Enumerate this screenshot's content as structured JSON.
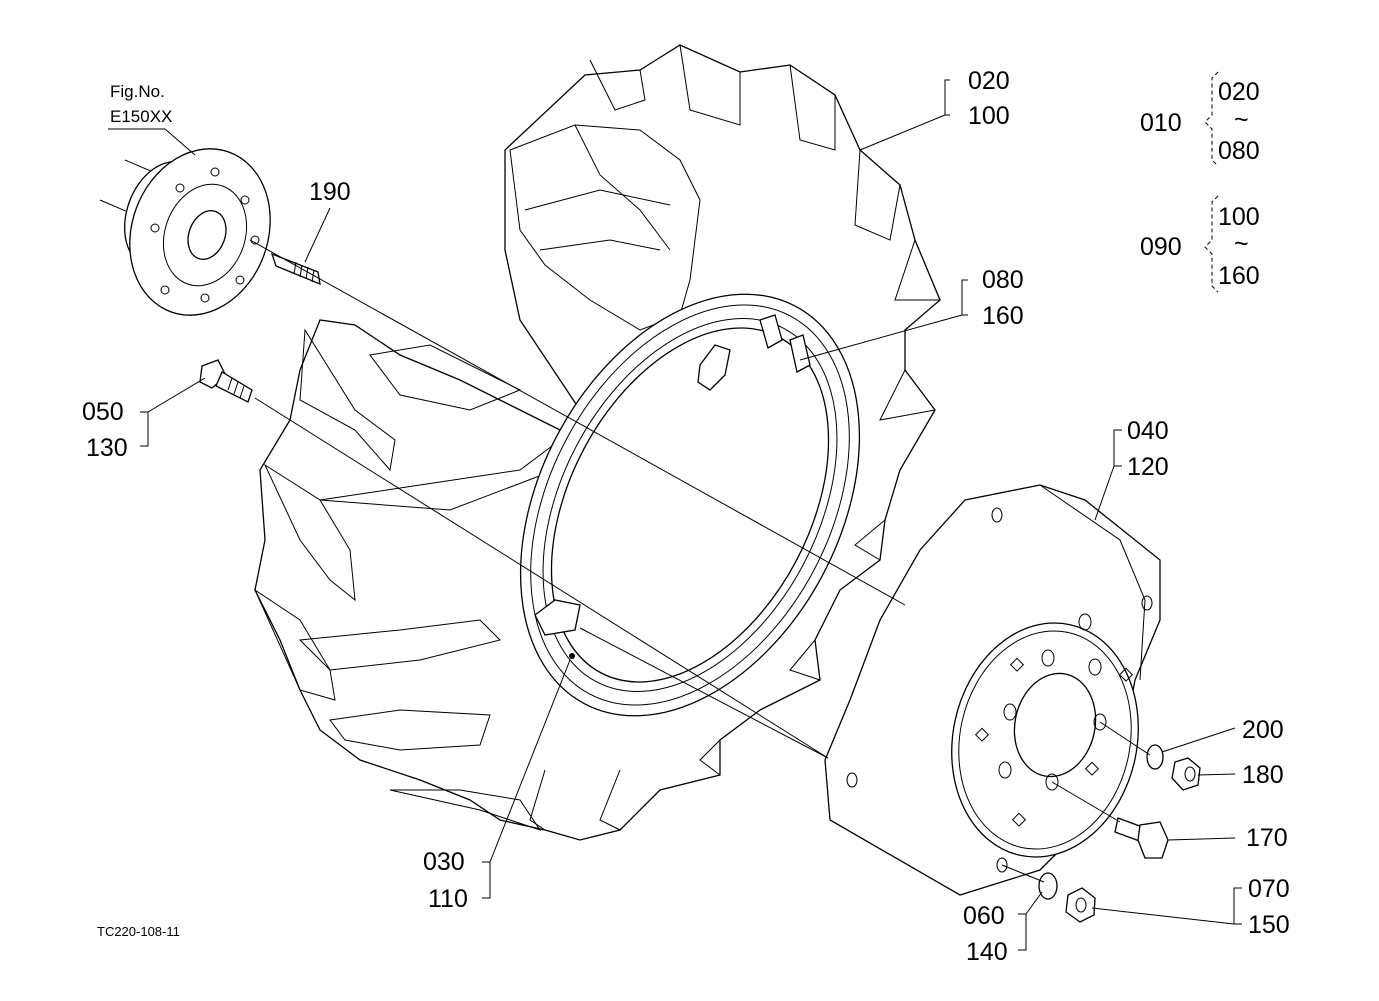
{
  "figure": {
    "fig_no_label": "Fig.No.",
    "fig_no_value": "E150XX",
    "drawing_code": "TC220-108-11"
  },
  "callouts": {
    "c190": "190",
    "c020": "020",
    "c100": "100",
    "c080": "080",
    "c160": "160",
    "c050": "050",
    "c130": "130",
    "c040": "040",
    "c120": "120",
    "c200": "200",
    "c180": "180",
    "c170": "170",
    "c030": "030",
    "c110": "110",
    "c060": "060",
    "c140": "140",
    "c070": "070",
    "c150": "150"
  },
  "legend": {
    "group1_label": "010",
    "group1_from": "020",
    "group1_tilde": "~",
    "group1_to": "080",
    "group2_label": "090",
    "group2_from": "100",
    "group2_tilde": "~",
    "group2_to": "160"
  }
}
